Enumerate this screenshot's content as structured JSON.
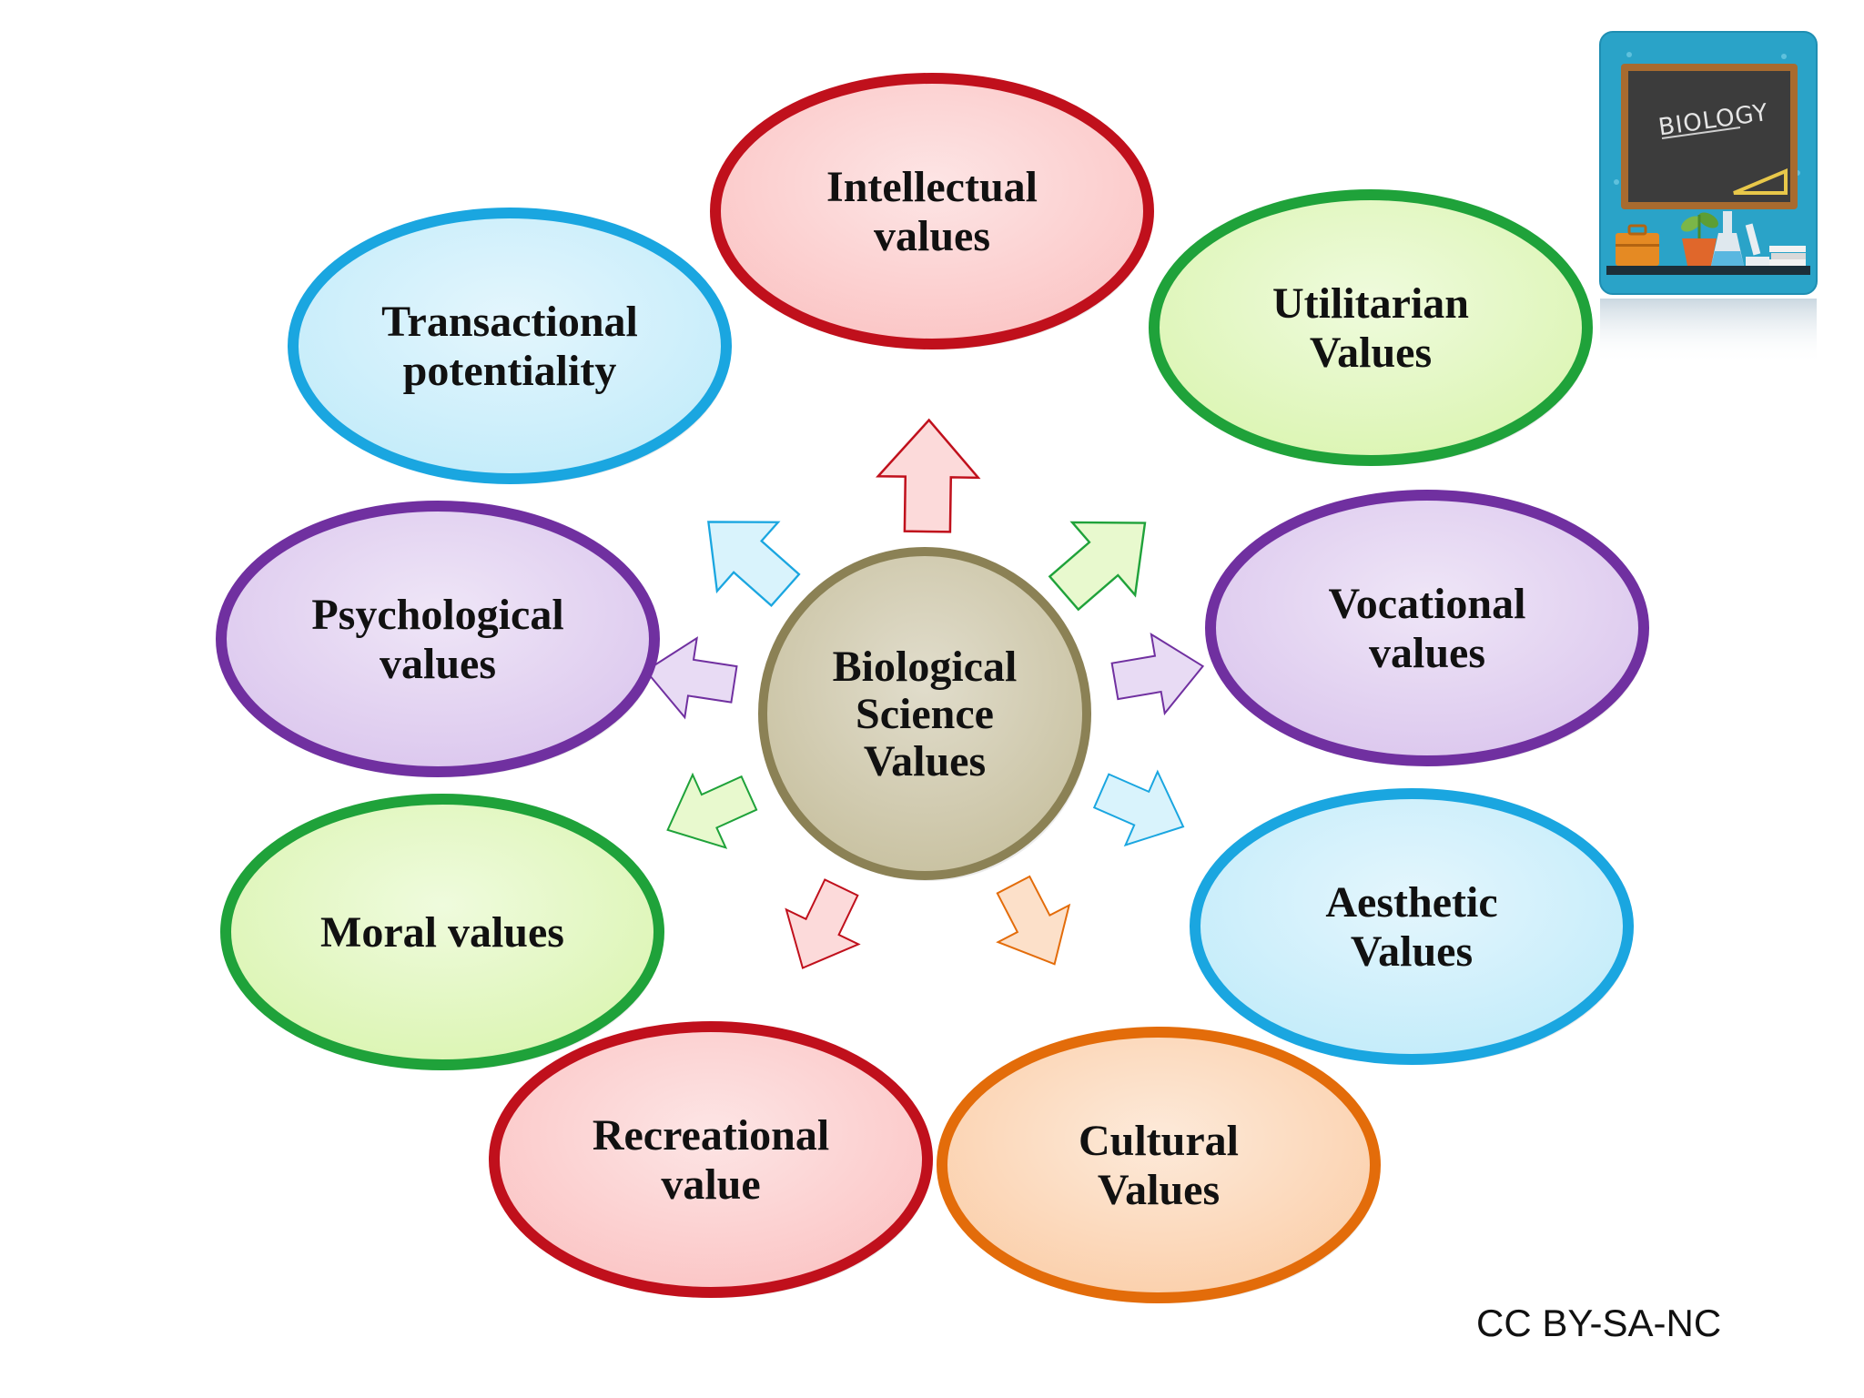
{
  "center": {
    "lines": [
      "Biological",
      "Science",
      "Values"
    ],
    "fill": "#c9c2a2",
    "stroke": "#8b8155"
  },
  "nodes": [
    {
      "id": "intellectual",
      "lines": [
        "Intellectual",
        "values"
      ],
      "fill": "#fbc6c6",
      "stroke": "#c0101c"
    },
    {
      "id": "utilitarian",
      "lines": [
        "Utilitarian",
        "Values"
      ],
      "fill": "#dcf5b4",
      "stroke": "#1fa23a"
    },
    {
      "id": "vocational",
      "lines": [
        "Vocational",
        "values"
      ],
      "fill": "#dcc8ee",
      "stroke": "#7030a0"
    },
    {
      "id": "aesthetic",
      "lines": [
        "Aesthetic",
        "Values"
      ],
      "fill": "#c4ecfa",
      "stroke": "#1aa6e0"
    },
    {
      "id": "cultural",
      "lines": [
        "Cultural",
        "Values"
      ],
      "fill": "#fbd0ac",
      "stroke": "#e36c0a"
    },
    {
      "id": "recreational",
      "lines": [
        "Recreational",
        "value"
      ],
      "fill": "#fbc6c6",
      "stroke": "#c0101c"
    },
    {
      "id": "moral",
      "lines": [
        "Moral values"
      ],
      "fill": "#dcf5b4",
      "stroke": "#1fa23a"
    },
    {
      "id": "psychological",
      "lines": [
        "Psychological",
        "values"
      ],
      "fill": "#dcc8ee",
      "stroke": "#7030a0"
    },
    {
      "id": "transactional",
      "lines": [
        "Transactional",
        "potentiality"
      ],
      "fill": "#c4ecfa",
      "stroke": "#1aa6e0"
    }
  ],
  "thumbnail": {
    "icon": "biology-classroom-icon",
    "board_text": "BIOLOGY"
  },
  "license": "CC BY-SA-NC"
}
